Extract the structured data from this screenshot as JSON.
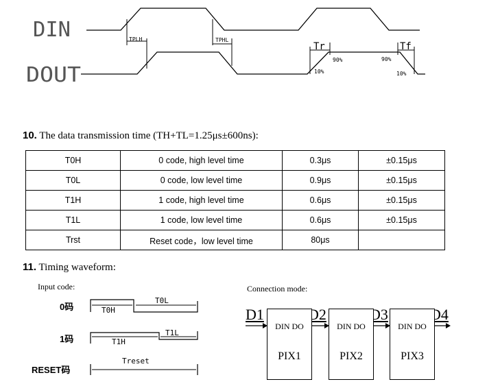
{
  "timing_diagram": {
    "din_label": "DIN",
    "dout_label": "DOUT",
    "tplh": "TPLH",
    "tphl": "TPHL",
    "tr": "Tr",
    "tf": "Tf",
    "pct90_a": "90%",
    "pct10_a": "10%",
    "pct90_b": "90%",
    "pct10_b": "10%"
  },
  "section10": {
    "number": "10.",
    "title": "The data transmission time (TH+TL=1.25μs±600ns):"
  },
  "table": {
    "rows": [
      [
        "T0H",
        "0 code, high level time",
        "0.3μs",
        "±0.15μs"
      ],
      [
        "T0L",
        "0 code, low level time",
        "0.9μs",
        "±0.15μs"
      ],
      [
        "T1H",
        "1 code, high level time",
        "0.6μs",
        "±0.15μs"
      ],
      [
        "T1L",
        "1 code, low level time",
        "0.6μs",
        "±0.15μs"
      ],
      [
        "Trst",
        "Reset code，low level time",
        "80μs",
        ""
      ]
    ]
  },
  "section11": {
    "number": "11.",
    "title": "Timing waveform:"
  },
  "input_code": {
    "heading": "Input code:",
    "code0_label": "0码",
    "code1_label": "1码",
    "reset_label": "RESET码",
    "t0h": "T0H",
    "t0l": "T0L",
    "t1h": "T1H",
    "t1l": "T1L",
    "treset": "Treset"
  },
  "connection": {
    "heading": "Connection mode:",
    "d1": "D1",
    "d2": "D2",
    "d3": "D3",
    "d4": "D4",
    "pixels": [
      {
        "pins": "DIN  DO",
        "name": "PIX1"
      },
      {
        "pins": "DIN  DO",
        "name": "PIX2"
      },
      {
        "pins": "DIN  DO",
        "name": "PIX3"
      }
    ]
  }
}
